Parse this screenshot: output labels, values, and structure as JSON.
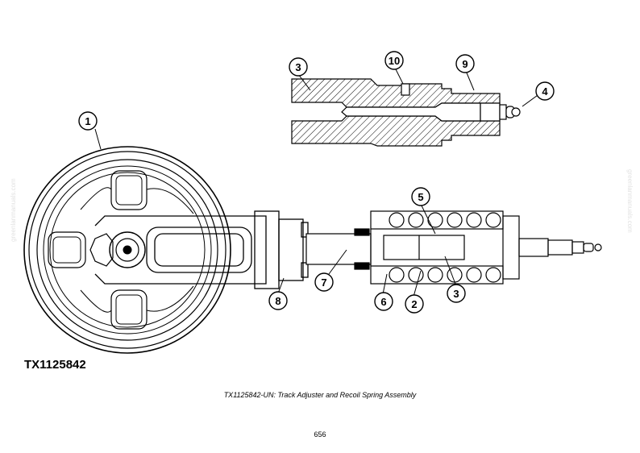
{
  "figure": {
    "id_label": "TX1125842",
    "caption": "TX1125842-UN: Track Adjuster and Recoil Spring Assembly",
    "page_number": "656"
  },
  "watermark": {
    "text": "greenlanmanuals.com"
  },
  "callouts": [
    {
      "id": "1",
      "label": "1"
    },
    {
      "id": "2",
      "label": "2"
    },
    {
      "id": "3-top",
      "label": "3"
    },
    {
      "id": "3-bottom",
      "label": "3"
    },
    {
      "id": "4",
      "label": "4"
    },
    {
      "id": "5",
      "label": "5"
    },
    {
      "id": "6",
      "label": "6"
    },
    {
      "id": "7",
      "label": "7"
    },
    {
      "id": "8",
      "label": "8"
    },
    {
      "id": "9",
      "label": "9"
    },
    {
      "id": "10",
      "label": "10"
    }
  ]
}
